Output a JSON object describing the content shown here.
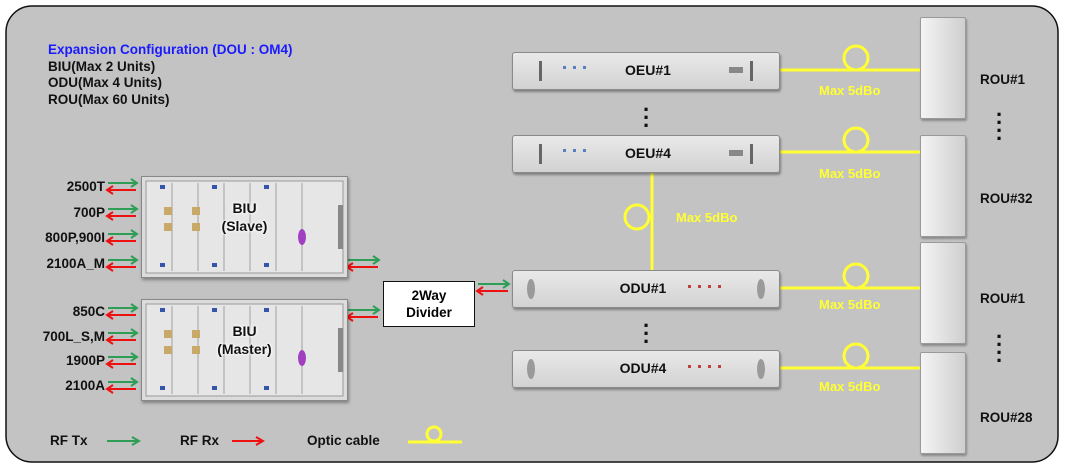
{
  "info": {
    "title": "Expansion Configuration (DOU : OM4)",
    "lines": [
      "BIU(Max 2 Units)",
      "ODU(Max 4 Units)",
      "ROU(Max 60 Units)"
    ]
  },
  "biu_slave": {
    "ports": [
      "2500T",
      "700P",
      "800P,900I",
      "2100A_M"
    ],
    "label_1": "BIU",
    "label_2": "(Slave)"
  },
  "biu_master": {
    "ports": [
      "850C",
      "700L_S,M",
      "1900P",
      "2100A"
    ],
    "label_1": "BIU",
    "label_2": "(Master)"
  },
  "divider": {
    "label_1": "2Way",
    "label_2": "Divider"
  },
  "oeu": {
    "first": "OEU#1",
    "last": "OEU#4"
  },
  "odu": {
    "first": "ODU#1",
    "last": "ODU#4"
  },
  "rou": {
    "group1_first": "ROU#1",
    "group1_last": "ROU#32",
    "group2_first": "ROU#1",
    "group2_last": "ROU#28"
  },
  "loss_label": "Max 5dBo",
  "legend": {
    "tx": "RF Tx",
    "rx": "RF Rx",
    "optic": "Optic cable"
  },
  "colors": {
    "panel": "#c3c3c3",
    "tx": "#2e9e56",
    "rx": "#ee1111",
    "optic": "#ffff33",
    "title": "#1a1aff"
  }
}
